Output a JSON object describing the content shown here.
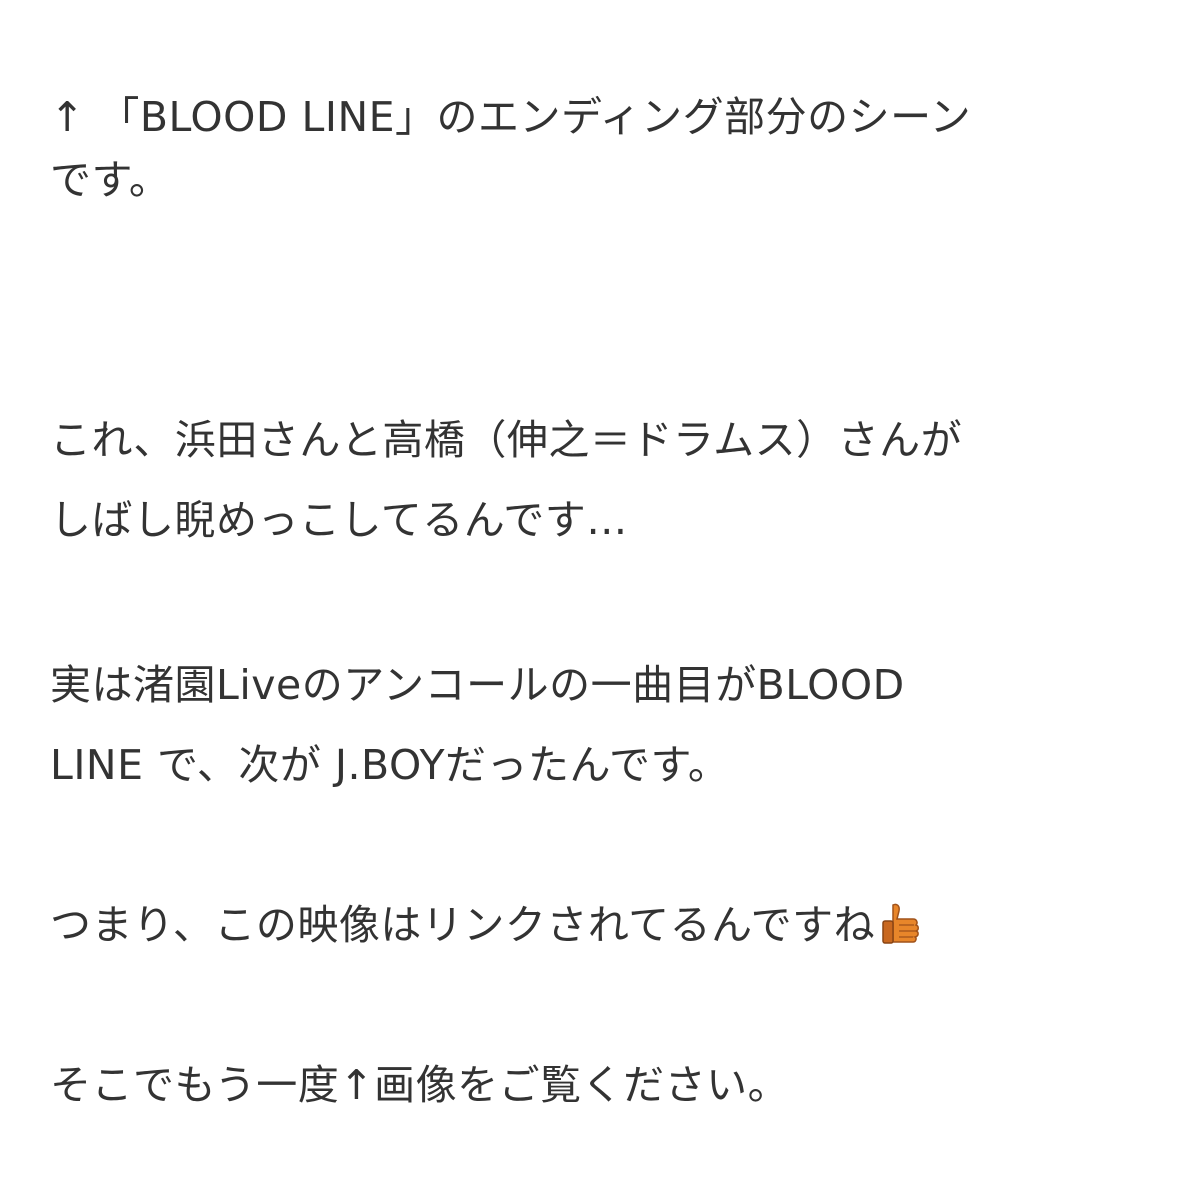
{
  "article": {
    "paragraphs": [
      {
        "lines": [
          "↑ 「BLOOD LINE」のエンディング部分のシーン",
          "です。"
        ]
      },
      {
        "lines": [
          "これ、浜田さんと高橋（伸之＝ドラムス）さんが",
          "しばし睨めっこしてるんです…"
        ]
      },
      {
        "lines": [
          "実は渚園Liveのアンコールの一曲目がBLOOD",
          "LINE で、次が J.BOYだったんです。"
        ]
      },
      {
        "lines": [
          "つまり、この映像はリンクされてるんですね"
        ],
        "emoji": "thumbs-up-icon"
      },
      {
        "lines": [
          "そこでもう一度↑画像をご覧ください。"
        ]
      }
    ],
    "emoji_color": "#e8862a"
  }
}
